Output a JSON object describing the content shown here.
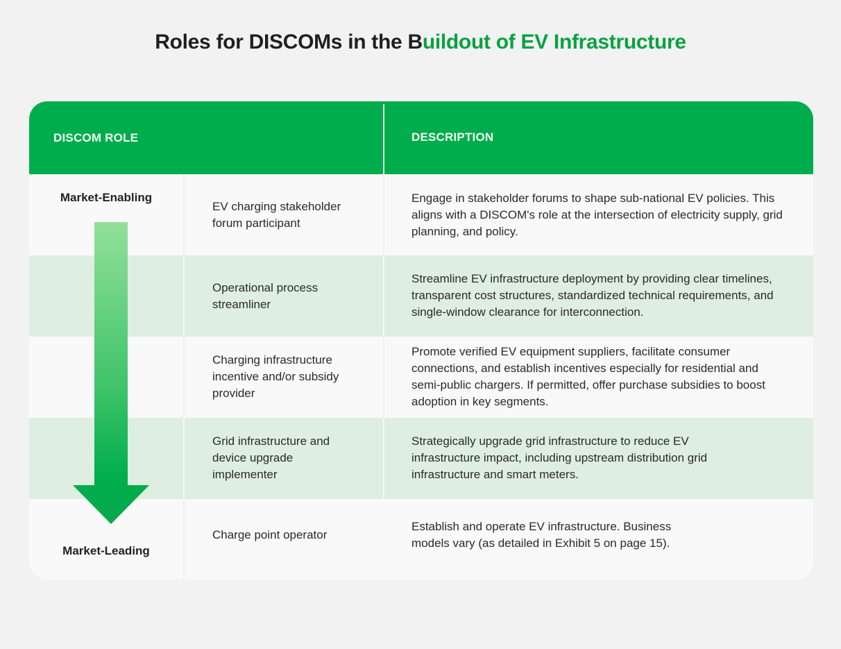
{
  "title": {
    "part1": "Roles for DISCOMs in the B",
    "part2": "uildout of EV Infrastructure"
  },
  "colors": {
    "header_green": "#00ad4c",
    "title_accent": "#0aa140",
    "row_alt": "#deeee0",
    "arrow_top": "#92e09a",
    "arrow_bottom": "#00ad4c"
  },
  "table": {
    "headers": {
      "role": "DISCOM ROLE",
      "description": "DESCRIPTION"
    },
    "scale": {
      "top_label": "Market-Enabling",
      "bottom_label": "Market-Leading",
      "arrow_icon": "down-arrow-icon"
    },
    "rows": [
      {
        "role": "EV charging stakeholder forum participant",
        "description": "Engage in stakeholder forums to shape sub-national EV policies. This aligns with a DISCOM's role at the intersection of electricity supply, grid planning, and policy."
      },
      {
        "role": "Operational process streamliner",
        "description": "Streamline EV infrastructure deployment by providing clear timelines, transparent cost structures, standardized technical requirements, and single-window clearance for interconnection."
      },
      {
        "role": "Charging infrastructure incentive and/or subsidy provider",
        "description": "Promote verified EV equipment suppliers, facilitate consumer connections, and establish incentives especially for residential and semi-public chargers. If permitted, offer purchase subsidies to boost adoption in key segments."
      },
      {
        "role": "Grid infrastructure and device upgrade implementer",
        "description": "Strategically upgrade grid infrastructure to reduce EV infrastructure impact, including upstream distribution grid infrastructure and smart meters."
      },
      {
        "role": "Charge point operator",
        "description": "Establish and operate EV infrastructure. Business models vary (as detailed in Exhibit 5 on page 15)."
      }
    ]
  }
}
